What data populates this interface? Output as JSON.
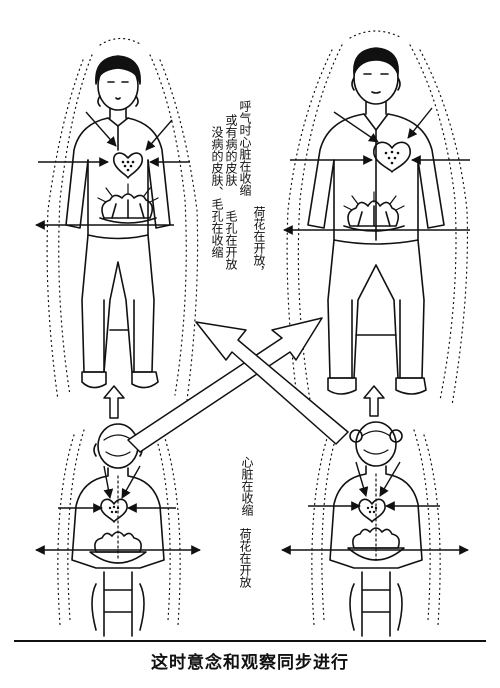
{
  "annotations": {
    "top_col1": "呼气时心脏在收缩",
    "top_col2": "或有病的皮肤",
    "top_col3": "没病的皮肤、毛孔在收缩",
    "top_col4": "荷花在开放，",
    "top_col5": "毛孔在开放",
    "bottom_col1": "心脏在收缩",
    "bottom_col2": "荷花在开放"
  },
  "caption": "这时意念和观察同步进行"
}
